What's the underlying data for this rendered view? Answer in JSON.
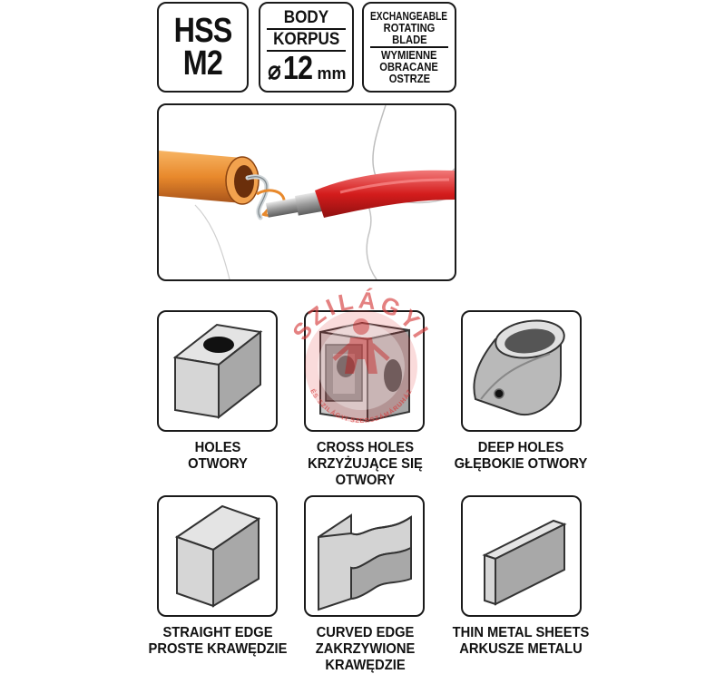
{
  "badges": {
    "material": {
      "line1": "HSS",
      "line2": "M2"
    },
    "body": {
      "line1": "BODY",
      "line2": "KORPUS",
      "dim_symbol": "⌀",
      "dim_value": "12",
      "dim_unit": "mm"
    },
    "blade": {
      "line1": "EXCHANGEABLE",
      "line2": "ROTATING",
      "line3": "BLADE",
      "line4": "WYMIENNE",
      "line5": "OBRACANE",
      "line6": "OSTRZE"
    }
  },
  "watermark": {
    "text": "SZILÁGYI",
    "subtext": "ÉS SZILÁGYI SZERSZÁMÁRUHÁZ"
  },
  "applications": [
    {
      "en": "HOLES",
      "pl": "OTWORY",
      "pl2": ""
    },
    {
      "en": "CROSS HOLES",
      "pl": "KRZYŻUJĄCE SIĘ",
      "pl2": "OTWORY"
    },
    {
      "en": "DEEP HOLES",
      "pl": "GŁĘBOKIE OTWORY",
      "pl2": ""
    },
    {
      "en": "STRAIGHT EDGE",
      "pl": "PROSTE KRAWĘDZIE",
      "pl2": ""
    },
    {
      "en": "CURVED EDGE",
      "pl": "ZAKRZYWIONE",
      "pl2": "KRAWĘDZIE"
    },
    {
      "en": "THIN METAL SHEETS",
      "pl": "ARKUSZE METALU",
      "pl2": ""
    }
  ]
}
